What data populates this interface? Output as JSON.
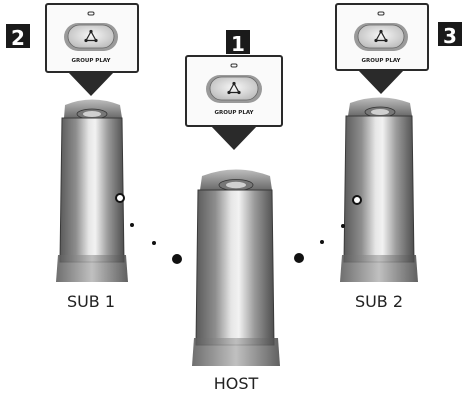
{
  "markers": {
    "host": "1",
    "sub1": "2",
    "sub2": "3"
  },
  "speakers": {
    "host": {
      "label": "HOST",
      "button_label": "GROUP PLAY",
      "button_icon": "group-play-icon"
    },
    "sub1": {
      "label": "SUB 1",
      "button_label": "GROUP PLAY",
      "button_icon": "group-play-icon"
    },
    "sub2": {
      "label": "SUB 2",
      "button_label": "GROUP PLAY",
      "button_icon": "group-play-icon"
    }
  },
  "colors": {
    "marker_bg": "#1a1a1a",
    "speaker_dark": "#4a4a4a",
    "speaker_light": "#e8e8e8",
    "dot": "#111111"
  }
}
